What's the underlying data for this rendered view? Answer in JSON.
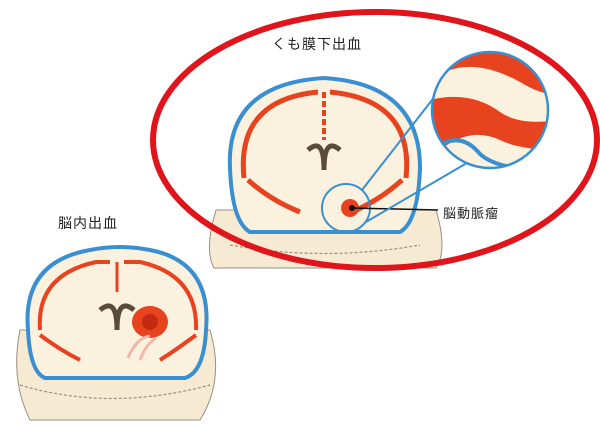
{
  "labels": {
    "subarachnoid_hemorrhage": "くも膜下出血",
    "intracerebral_hemorrhage": "脳内出血",
    "cerebral_aneurysm": "脳動脈瘤"
  },
  "colors": {
    "highlight_ring": "#e0141b",
    "skull_outline": "#3a8fd0",
    "brain_fill": "#fbf1df",
    "blood": "#e8431f",
    "head_fill": "#f7ead2",
    "line": "#555555"
  }
}
